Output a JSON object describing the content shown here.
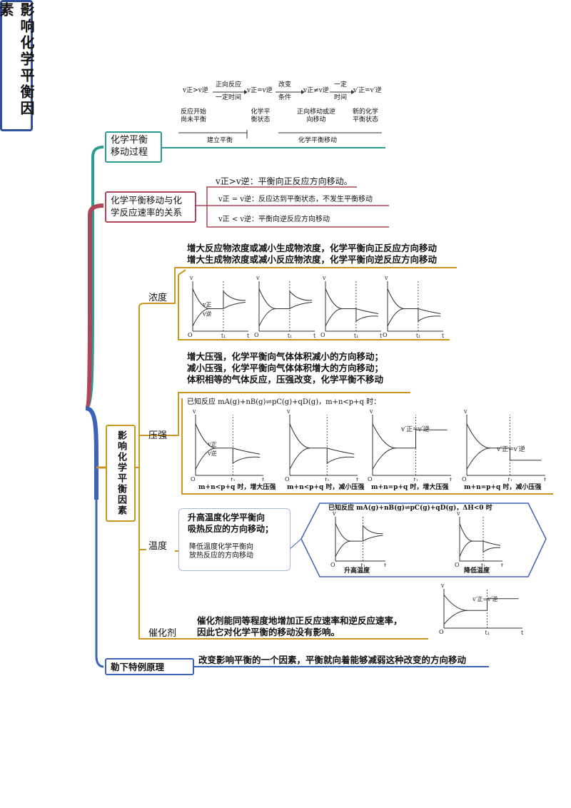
{
  "root": {
    "title": "影响化学平衡因素"
  },
  "process": {
    "title": "化学平衡移动过程",
    "flow": {
      "t1": "v正>v逆",
      "a1_top": "正向反应",
      "a1_bottom": "一定时间",
      "t2": "v正=v逆",
      "a2_top": "改变",
      "a2_bottom": "条件",
      "t3": "v正≠v逆",
      "a3_top": "一定",
      "a3_bottom": "时间",
      "t4": "v′正=v′逆"
    },
    "states": [
      "反应开始尚未平衡",
      "化学平衡状态",
      "正向移动或逆向移动",
      "新的化学平衡状态"
    ],
    "phase1": "建立平衡",
    "phase2": "化学平衡移动"
  },
  "rate_relation": {
    "title": "化学平衡移动与化学反应速率的关系",
    "items": [
      "v正>v逆：平衡向正反应方向移动。",
      "v正 = v逆：反应达到平衡状态，不发生平衡移动",
      "v正 < v逆：平衡向逆反应方向移动"
    ]
  },
  "factors": {
    "title": "影响化学平衡因素",
    "concentration": {
      "label": "浓度",
      "lines": [
        "增大反应物浓度或减小生成物浓度，化学平衡向正反应方向移动",
        "增大生成物浓度或减小反应物浓度，化学平衡向逆反应方向移动"
      ]
    },
    "pressure": {
      "label": "压强",
      "lines": [
        "增大压强，化学平衡向气体体积减小的方向移动；",
        "减小压强，化学平衡向气体体积增大的方向移动；",
        "体积相等的气体反应，压强改变，化学平衡不移动"
      ],
      "reaction": "已知反应 mA(g)+nB(g)⇌pC(g)+qD(g)，m+n<p+q 时：",
      "captions": [
        "m+n<p+q 时，增大压强",
        "m+n<p+q 时，减小压强",
        "m+n=p+q 时，增大压强",
        "m+n=p+q 时，减小压强"
      ]
    },
    "temperature": {
      "label": "温度",
      "rise": [
        "升高温度化学平衡向",
        "吸热反应的方向移动；"
      ],
      "fall": [
        "降低温度化学平衡向",
        "放热反应的方向移动"
      ],
      "reaction": "已知反应 mA(g)+nB(g)⇌pC(g)+qD(g)，ΔH<0 时",
      "captions": [
        "升高温度",
        "降低温度"
      ]
    },
    "catalyst": {
      "label": "催化剂",
      "lines": [
        "催化剂能同等程度地增加正反应速率和逆反应速率，",
        "因此它对化学平衡的移动没有影响。"
      ]
    }
  },
  "le_chatelier": {
    "title": "勒下特例原理",
    "text": "改变影响平衡的一个因素，平衡就向着能够减弱这种改变的方向移动"
  },
  "graph_labels": {
    "v": "v",
    "o": "O",
    "t": "t",
    "t1": "t₁",
    "vz": "v正",
    "vn": "v逆",
    "vz2": "v′正",
    "vn2": "v′逆",
    "eq": "v′正=v′逆"
  },
  "colors": {
    "teal": "#2a9d8f",
    "rose": "#b0455a",
    "gold": "#c9961f",
    "blue": "#3d63b8"
  }
}
